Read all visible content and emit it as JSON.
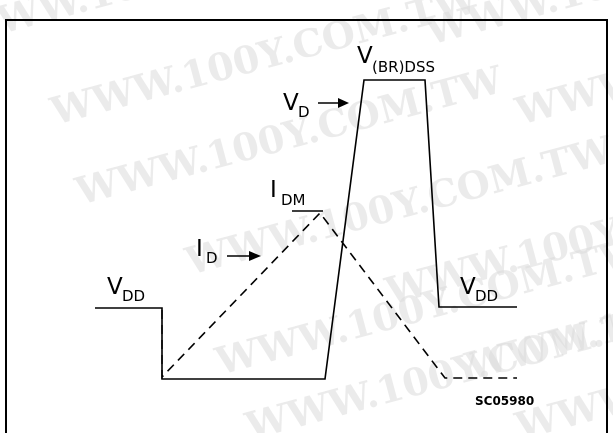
{
  "watermark": "WWW.100Y.COM.TW",
  "labels": {
    "v_br_dss_main": "V",
    "v_br_dss_sub": "(BR)DSS",
    "v_d_main": "V",
    "v_d_sub": "D",
    "i_dm_main": "I",
    "i_dm_sub": "DM",
    "i_d_main": "I",
    "i_d_sub": "D",
    "v_dd_left_main": "V",
    "v_dd_left_sub": "DD",
    "v_dd_right_main": "V",
    "v_dd_right_sub": "DD"
  },
  "code": "SC05980",
  "colors": {
    "line": "#000000",
    "watermark": "#dcdcdc",
    "background": "#ffffff"
  }
}
